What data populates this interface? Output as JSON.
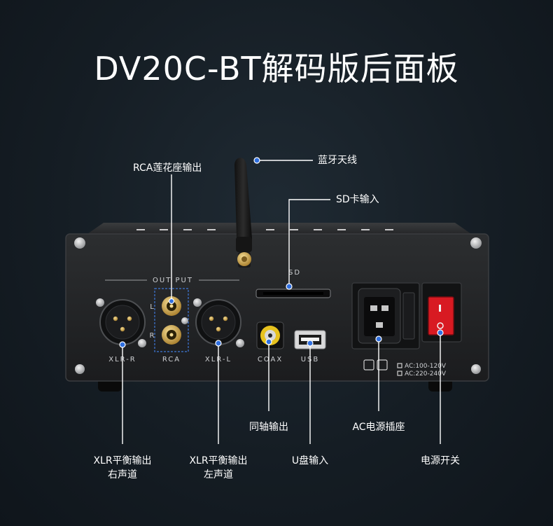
{
  "title": "DV20C-BT解码版后面板",
  "callouts": {
    "antenna": "蓝牙天线",
    "rca": "RCA莲花座输出",
    "sd_card": "SD卡输入",
    "coax": "同轴输出",
    "ac_power": "AC电源插座",
    "xlr_right_line1": "XLR平衡输出",
    "xlr_right_line2": "右声道",
    "xlr_left_line1": "XLR平衡输出",
    "xlr_left_line2": "左声道",
    "usb": "U盘输入",
    "power_switch": "电源开关"
  },
  "panel": {
    "output_label": "OUT PUT",
    "sd_label": "SD",
    "xlr_r": "XLR-R",
    "rca": "RCA",
    "xlr_l": "XLR-L",
    "coax": "COAX",
    "usb": "USB",
    "rca_l": "L",
    "rca_r": "R",
    "ac_line1": "AC:100-120V",
    "ac_line2": "AC:220-240V"
  },
  "colors": {
    "accent_dot": "#2f6fe0",
    "chassis": "#222426",
    "switch_red": "#d81a22",
    "gold": "#c9a24a",
    "coax_yellow": "#e7c21e"
  }
}
